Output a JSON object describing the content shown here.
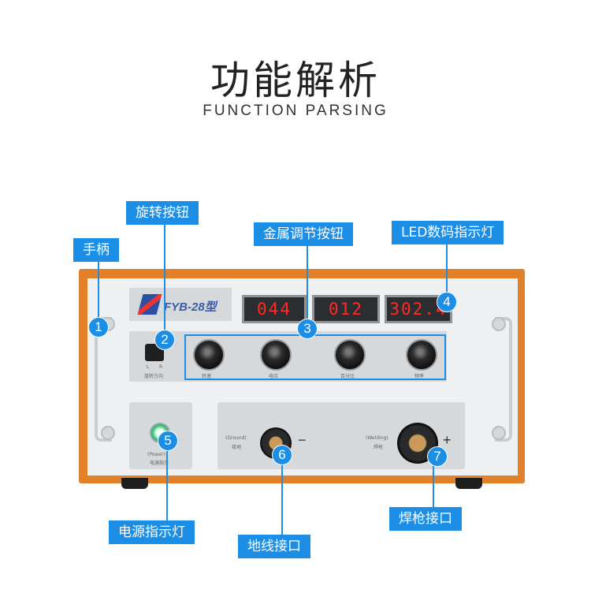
{
  "header": {
    "title": "功能解析",
    "subtitle": "FUNCTION PARSING"
  },
  "device": {
    "model": "FYB-28型",
    "displays": [
      "044",
      "012",
      "302.4"
    ],
    "rotation_label": "旋转方向",
    "rotation_marks": [
      "L",
      "R"
    ],
    "knob_labels": [
      "转速",
      "电压",
      "百分比",
      "频率"
    ],
    "power_label_en": "(Power)",
    "power_label_zh": "电源指示",
    "ground_label_en": "(Ground)",
    "ground_label_zh": "接地",
    "welding_label_en": "(Welding)",
    "welding_label_zh": "焊枪",
    "minus": "−",
    "plus": "+"
  },
  "callouts": [
    {
      "num": "1",
      "label": "手柄"
    },
    {
      "num": "2",
      "label": "旋转按钮"
    },
    {
      "num": "3",
      "label": "金属调节按钮"
    },
    {
      "num": "4",
      "label": "LED数码指示灯"
    },
    {
      "num": "5",
      "label": "电源指示灯"
    },
    {
      "num": "6",
      "label": "地线接口"
    },
    {
      "num": "7",
      "label": "焊枪接口"
    }
  ],
  "colors": {
    "accent": "#1d8ee6",
    "case": "#e2812a",
    "display_text": "#ff2a2a"
  }
}
